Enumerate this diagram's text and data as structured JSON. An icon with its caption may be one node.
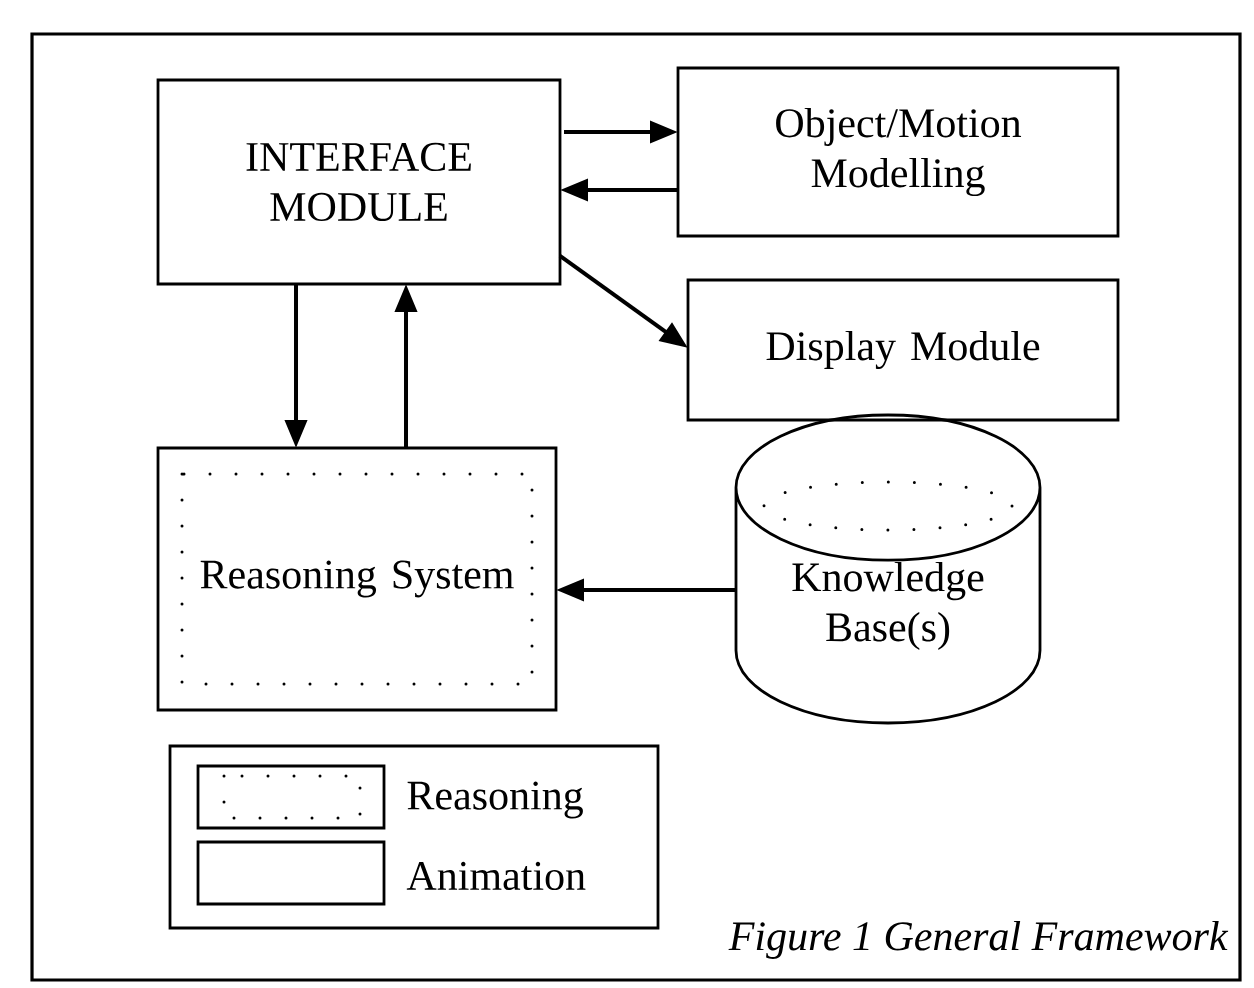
{
  "diagram": {
    "caption": "Figure 1   General Framework",
    "nodes": [
      {
        "text": [
          "INTERFACE MODULE"
        ]
      },
      {
        "text": [
          "Object/Motion Modelling"
        ]
      },
      {
        "text": [
          "Display Module"
        ]
      },
      {
        "text": [
          "Reasoning System"
        ]
      },
      {
        "text": [
          "Knowledge Base(s)"
        ]
      }
    ],
    "edges": [
      {
        "from": 0,
        "to": 1,
        "arrow": "to"
      },
      {
        "from": 1,
        "to": 0,
        "arrow": "to"
      },
      {
        "from": 0,
        "to": 2,
        "arrow": "to"
      },
      {
        "from": 0,
        "to": 3,
        "arrow": "to"
      },
      {
        "from": 3,
        "to": 0,
        "arrow": "to"
      },
      {
        "from": 4,
        "to": 3,
        "arrow": "to"
      }
    ],
    "legend": [
      {
        "text": "Reasoning"
      },
      {
        "text": "Animation"
      }
    ]
  }
}
